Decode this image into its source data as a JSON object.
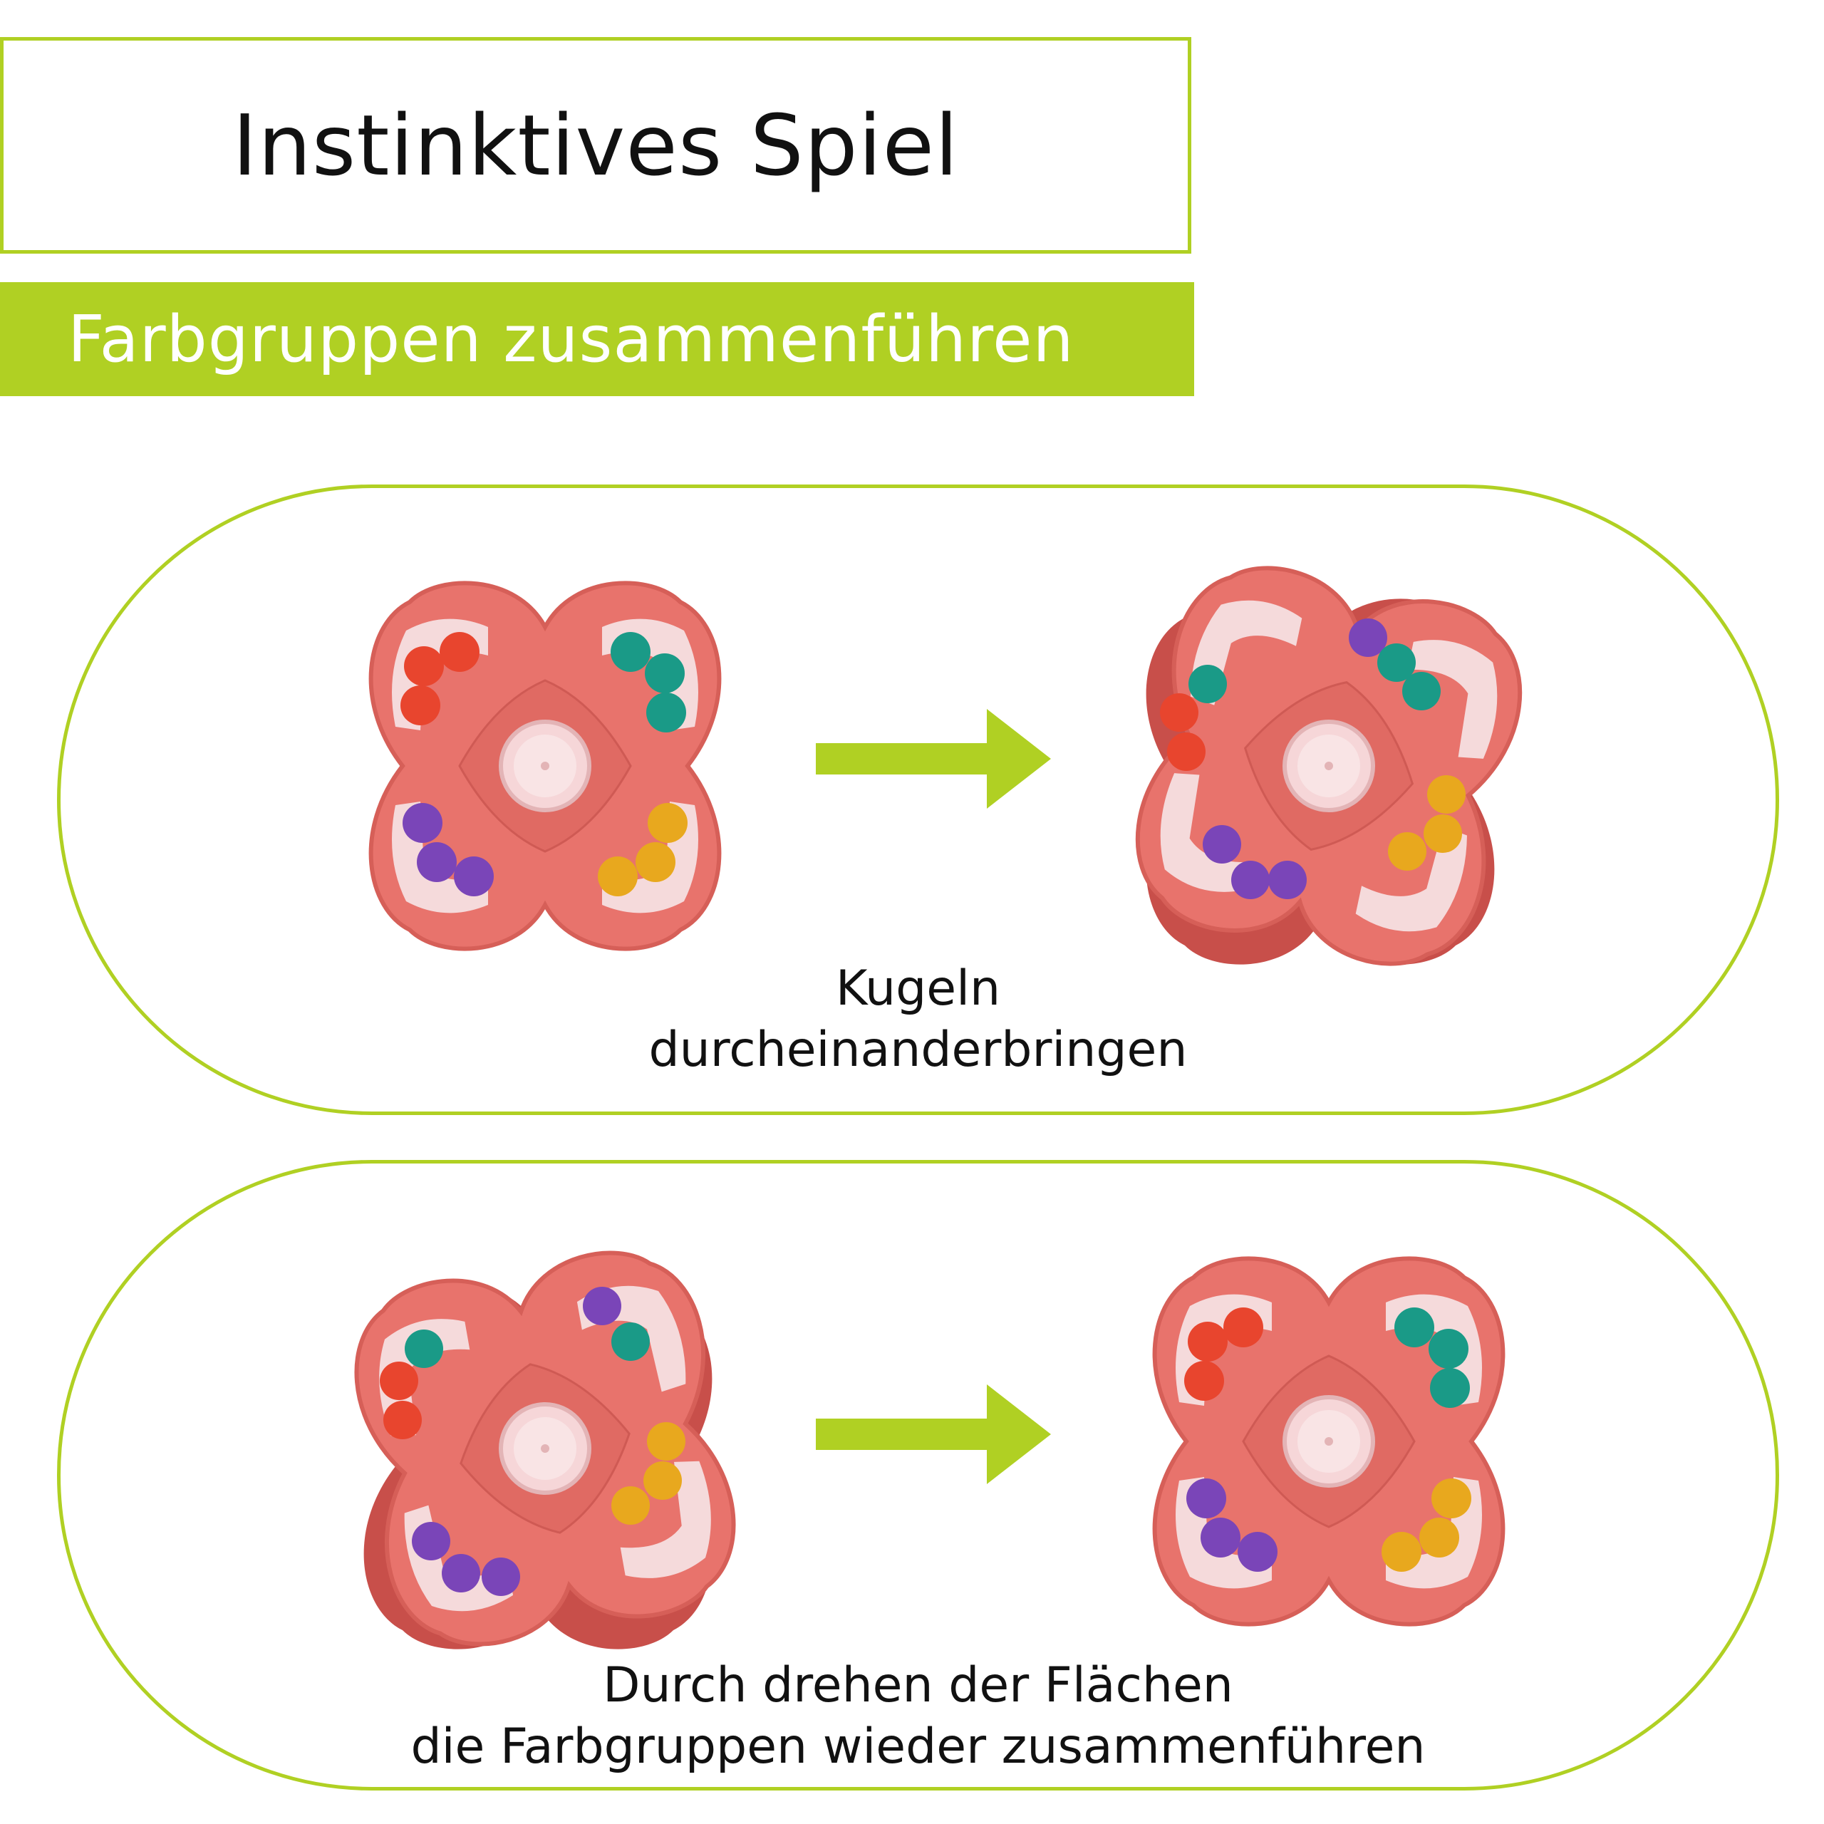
{
  "header": {
    "title": "Instinktives Spiel",
    "subtitle": "Farbgruppen zusammenführen"
  },
  "colors": {
    "accent_green": "#b0d023",
    "puzzle_body": "#e8736c",
    "puzzle_shadow": "#c84f4a",
    "bead_red": "#e8452e",
    "bead_teal": "#1a9a87",
    "bead_purple": "#7a45b8",
    "bead_yellow": "#e8a81e"
  },
  "panels": [
    {
      "caption_lines": [
        "Kugeln",
        "durcheinanderbringen"
      ],
      "before_state": "sorted",
      "after_state": "mixed"
    },
    {
      "caption_lines": [
        "Durch drehen der Flächen",
        "die Farbgruppen wieder zusammenführen"
      ],
      "before_state": "mixed",
      "after_state": "sorted"
    }
  ]
}
